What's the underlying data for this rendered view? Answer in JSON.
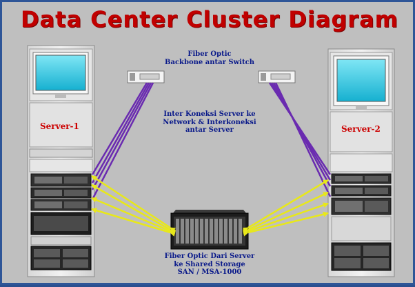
{
  "title": "Data Center Cluster Diagram",
  "labels": {
    "backbone": [
      "Fiber Optic",
      "Backbone antar Switch"
    ],
    "interconnect": [
      "Inter Koneksi Server ke",
      "Network & Interkoneksi",
      "antar Server"
    ],
    "storage": [
      "Fiber Optic Dari Server",
      "ke Shared Storage",
      "SAN / MSA-1000"
    ]
  },
  "servers": [
    {
      "name": "Server-1"
    },
    {
      "name": "Server-2"
    }
  ],
  "colors": {
    "title": "#c00000",
    "label": "#0a1a8a",
    "server_label": "#cc0000",
    "network_link": "#6a2bb0",
    "fiber_link": "#e8e81a",
    "background": "#bfbfbf",
    "border": "#2e5597"
  }
}
